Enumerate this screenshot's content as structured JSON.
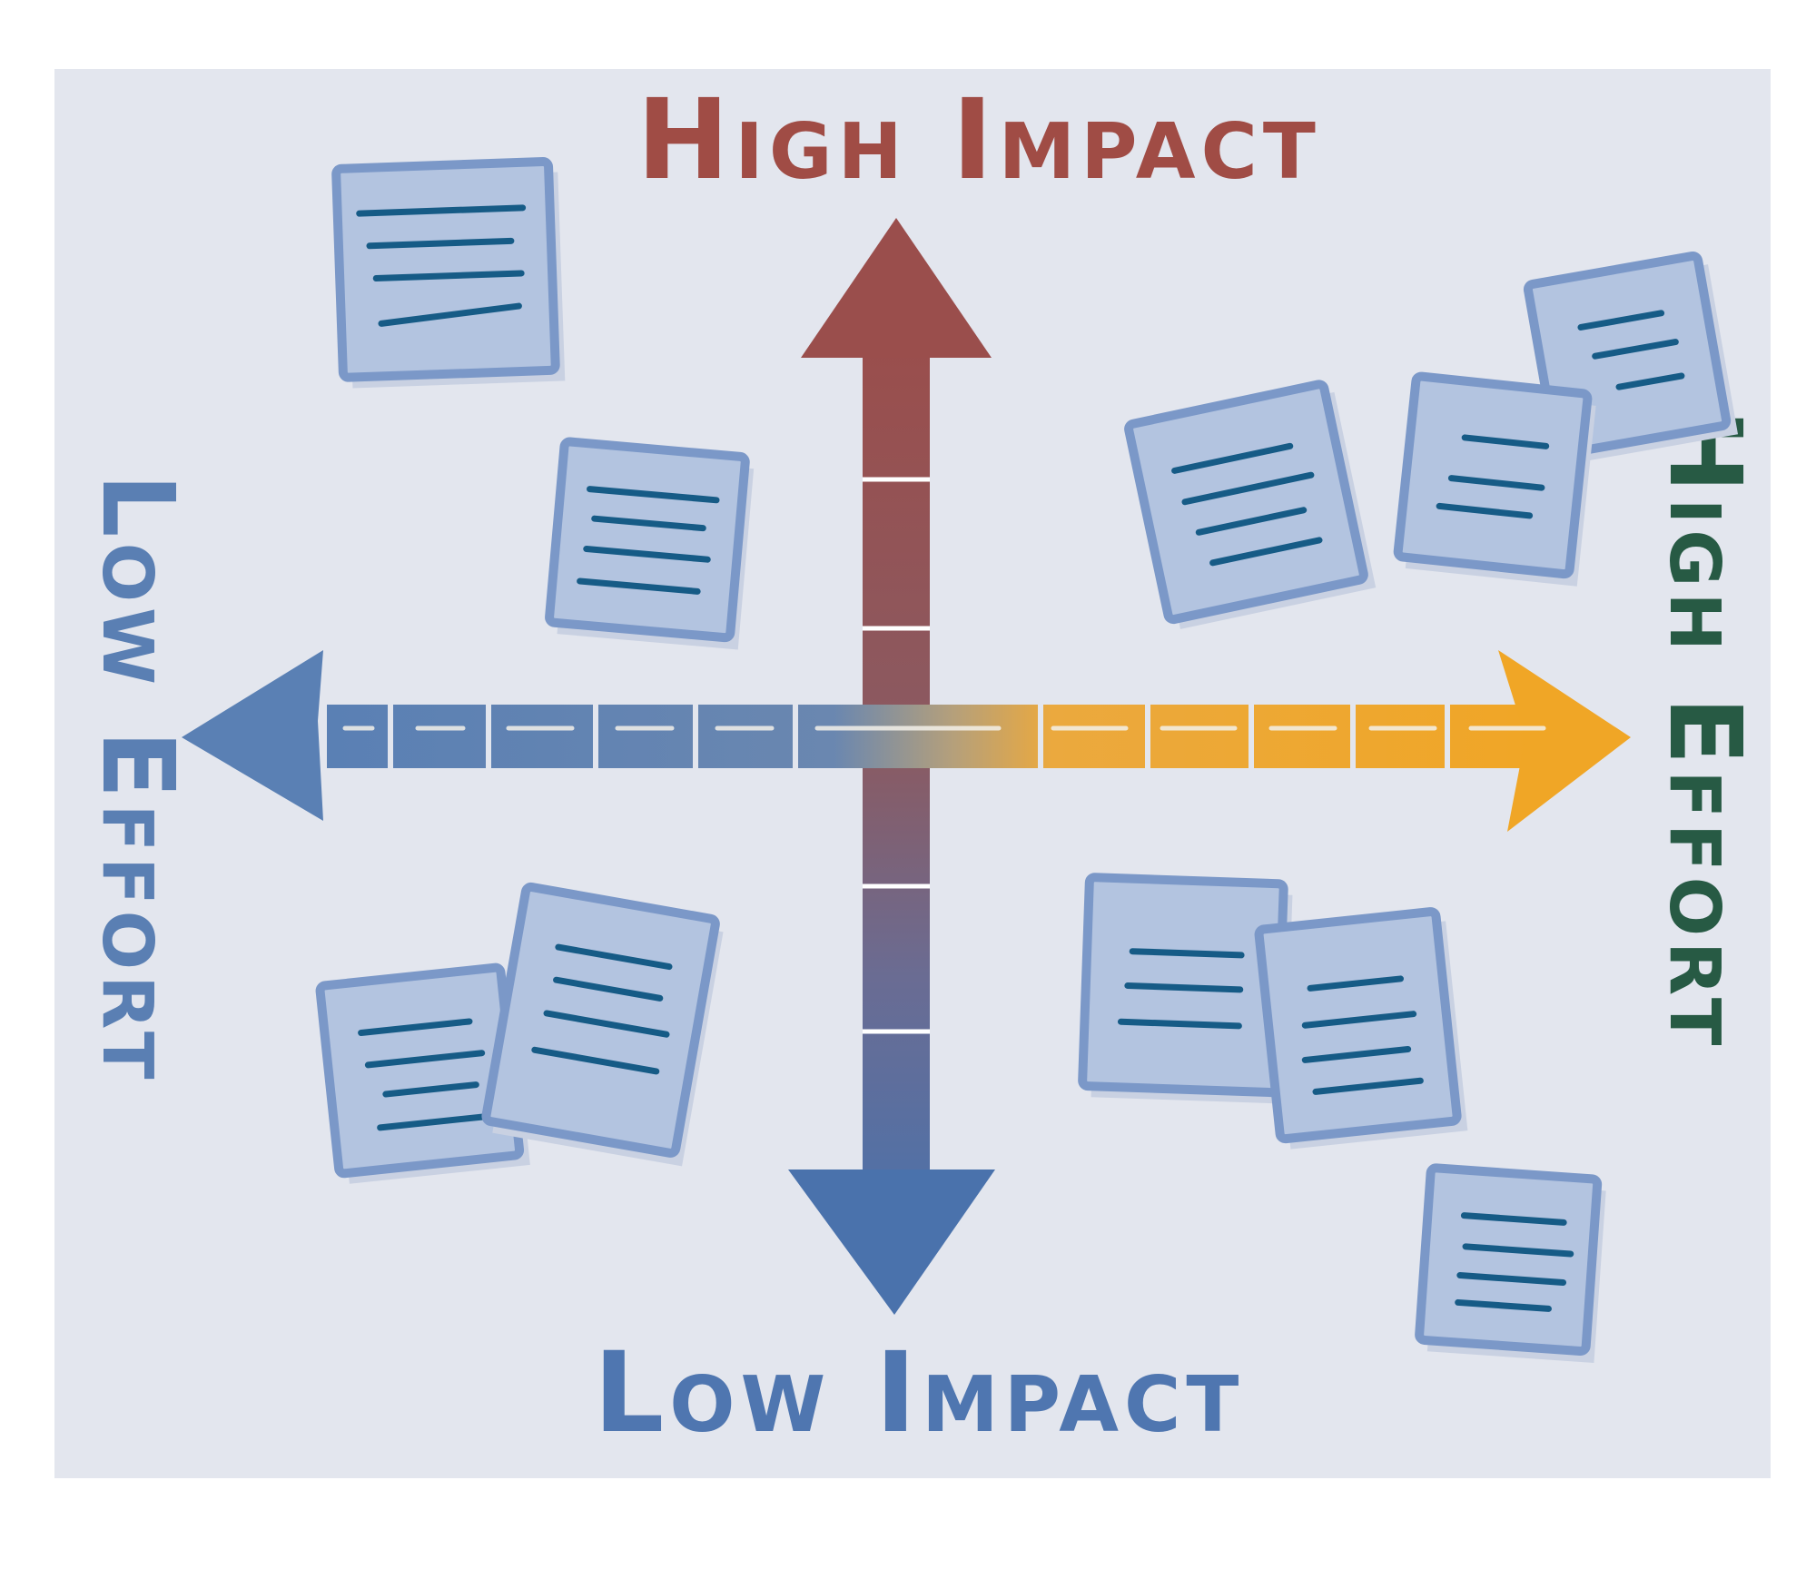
{
  "labels": {
    "top": "High Impact",
    "bottom": "Low Impact",
    "left": "Low Effort",
    "right": "High Effort"
  },
  "colors": {
    "board_background": "#e3e6ee",
    "top_label": "#a04c45",
    "bottom_label": "#4f76b0",
    "left_label": "#5a7fb3",
    "right_label": "#275a44",
    "vertical_arrow_top": "#9a4e4c",
    "vertical_arrow_bottom": "#4a72ac",
    "horizontal_arrow_left": "#5a80b4",
    "horizontal_arrow_right": "#f0a626",
    "note_fill": "#b3c4e0",
    "note_border": "#7b98c8",
    "note_lines": "#165b86"
  },
  "icons": {
    "note": "sticky-note-icon",
    "arrow_up": "arrow-up-icon",
    "arrow_down": "arrow-down-icon",
    "arrow_left": "arrow-left-icon",
    "arrow_right": "arrow-right-icon"
  }
}
